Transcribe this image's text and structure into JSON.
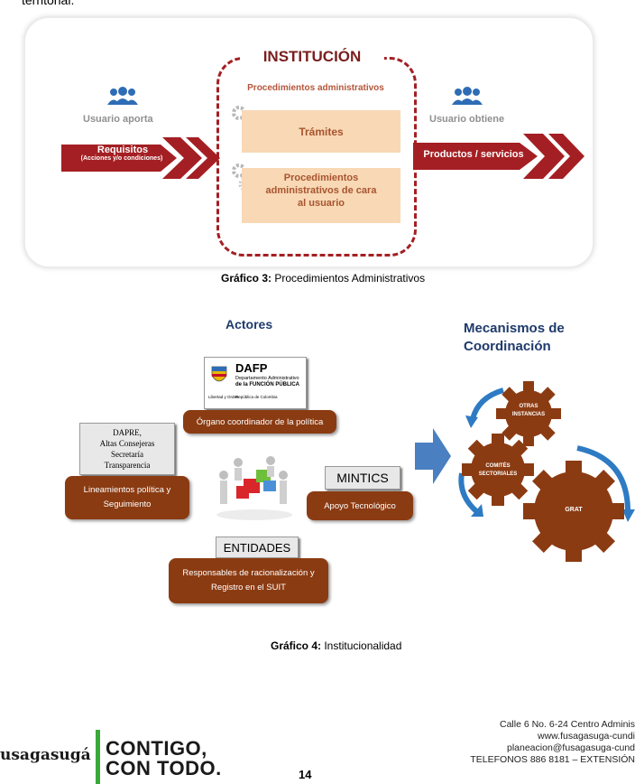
{
  "page": {
    "top_text": "territorial.",
    "page_number": "14"
  },
  "diagram1": {
    "institution": "INSTITUCIÓN",
    "procedures": "Procedimientos  administrativos",
    "tramites": "Trámites",
    "proc_line1": "Procedimientos",
    "proc_line2": "administrativos de cara",
    "proc_line3": "al usuario",
    "user_gives": "Usuario aporta",
    "user_gets": "Usuario obtiene",
    "requisitos": "Requisitos",
    "requisitos_sub": "(Acciones y/o condiciones)",
    "productos": "Productos / servicios"
  },
  "caption3": {
    "label": "Gráfico 3:",
    "text": " Procedimientos Administrativos"
  },
  "diagram2": {
    "actors": "Actores",
    "mec_line1": "Mecanismos de",
    "mec_line2": "Coordinación",
    "dafp_title": "DAFP",
    "dafp_line1": "Departamento Administrativo",
    "dafp_line2": "de la FUNCIÓN PÚBLICA",
    "dafp_foot1": "Libertad y Orden",
    "dafp_foot2": "República de Colombia",
    "organo": "Órgano coordinador de la política",
    "dapre_1": "DAPRE,",
    "dapre_2": "Altas Consejeras",
    "dapre_3": "Secretaría",
    "dapre_4": "Transparencia",
    "lineamientos_1": "Lineamientos  política y",
    "lineamientos_2": "Seguimiento",
    "mintics": "MINTICS",
    "apoyo": "Apoyo Tecnológico",
    "entidades": "ENTIDADES",
    "responsables_1": "Responsables  de racionalización  y",
    "responsables_2": "Registro en el SUIT",
    "gear_otras_1": "OTRAS",
    "gear_otras_2": "INSTANCIAS",
    "gear_comites_1": "COMITÉS",
    "gear_comites_2": "SECTORIALES",
    "gear_grat": "GRAT"
  },
  "caption4": {
    "label": "Gráfico 4:",
    "text": " Institucionalidad"
  },
  "footer": {
    "address": "Calle 6 No. 6-24 Centro Adminis",
    "web": "www.fusagasuga-cundi",
    "email": "planeacion@fusagasuga-cund",
    "phone": "TELEFONOS 886 8181 – EXTENSIÓN",
    "brand_left": "usagasugá",
    "brand_right_1": "CONTIGO,",
    "brand_right_2": "CON TODO."
  },
  "colors": {
    "arrow_red": "#a41f23",
    "brown": "#8b3b12",
    "navy": "#1f3a6b",
    "peach": "#f8d8b5",
    "user_blue": "#2e6db5",
    "brand_green": "#3aa83a"
  }
}
